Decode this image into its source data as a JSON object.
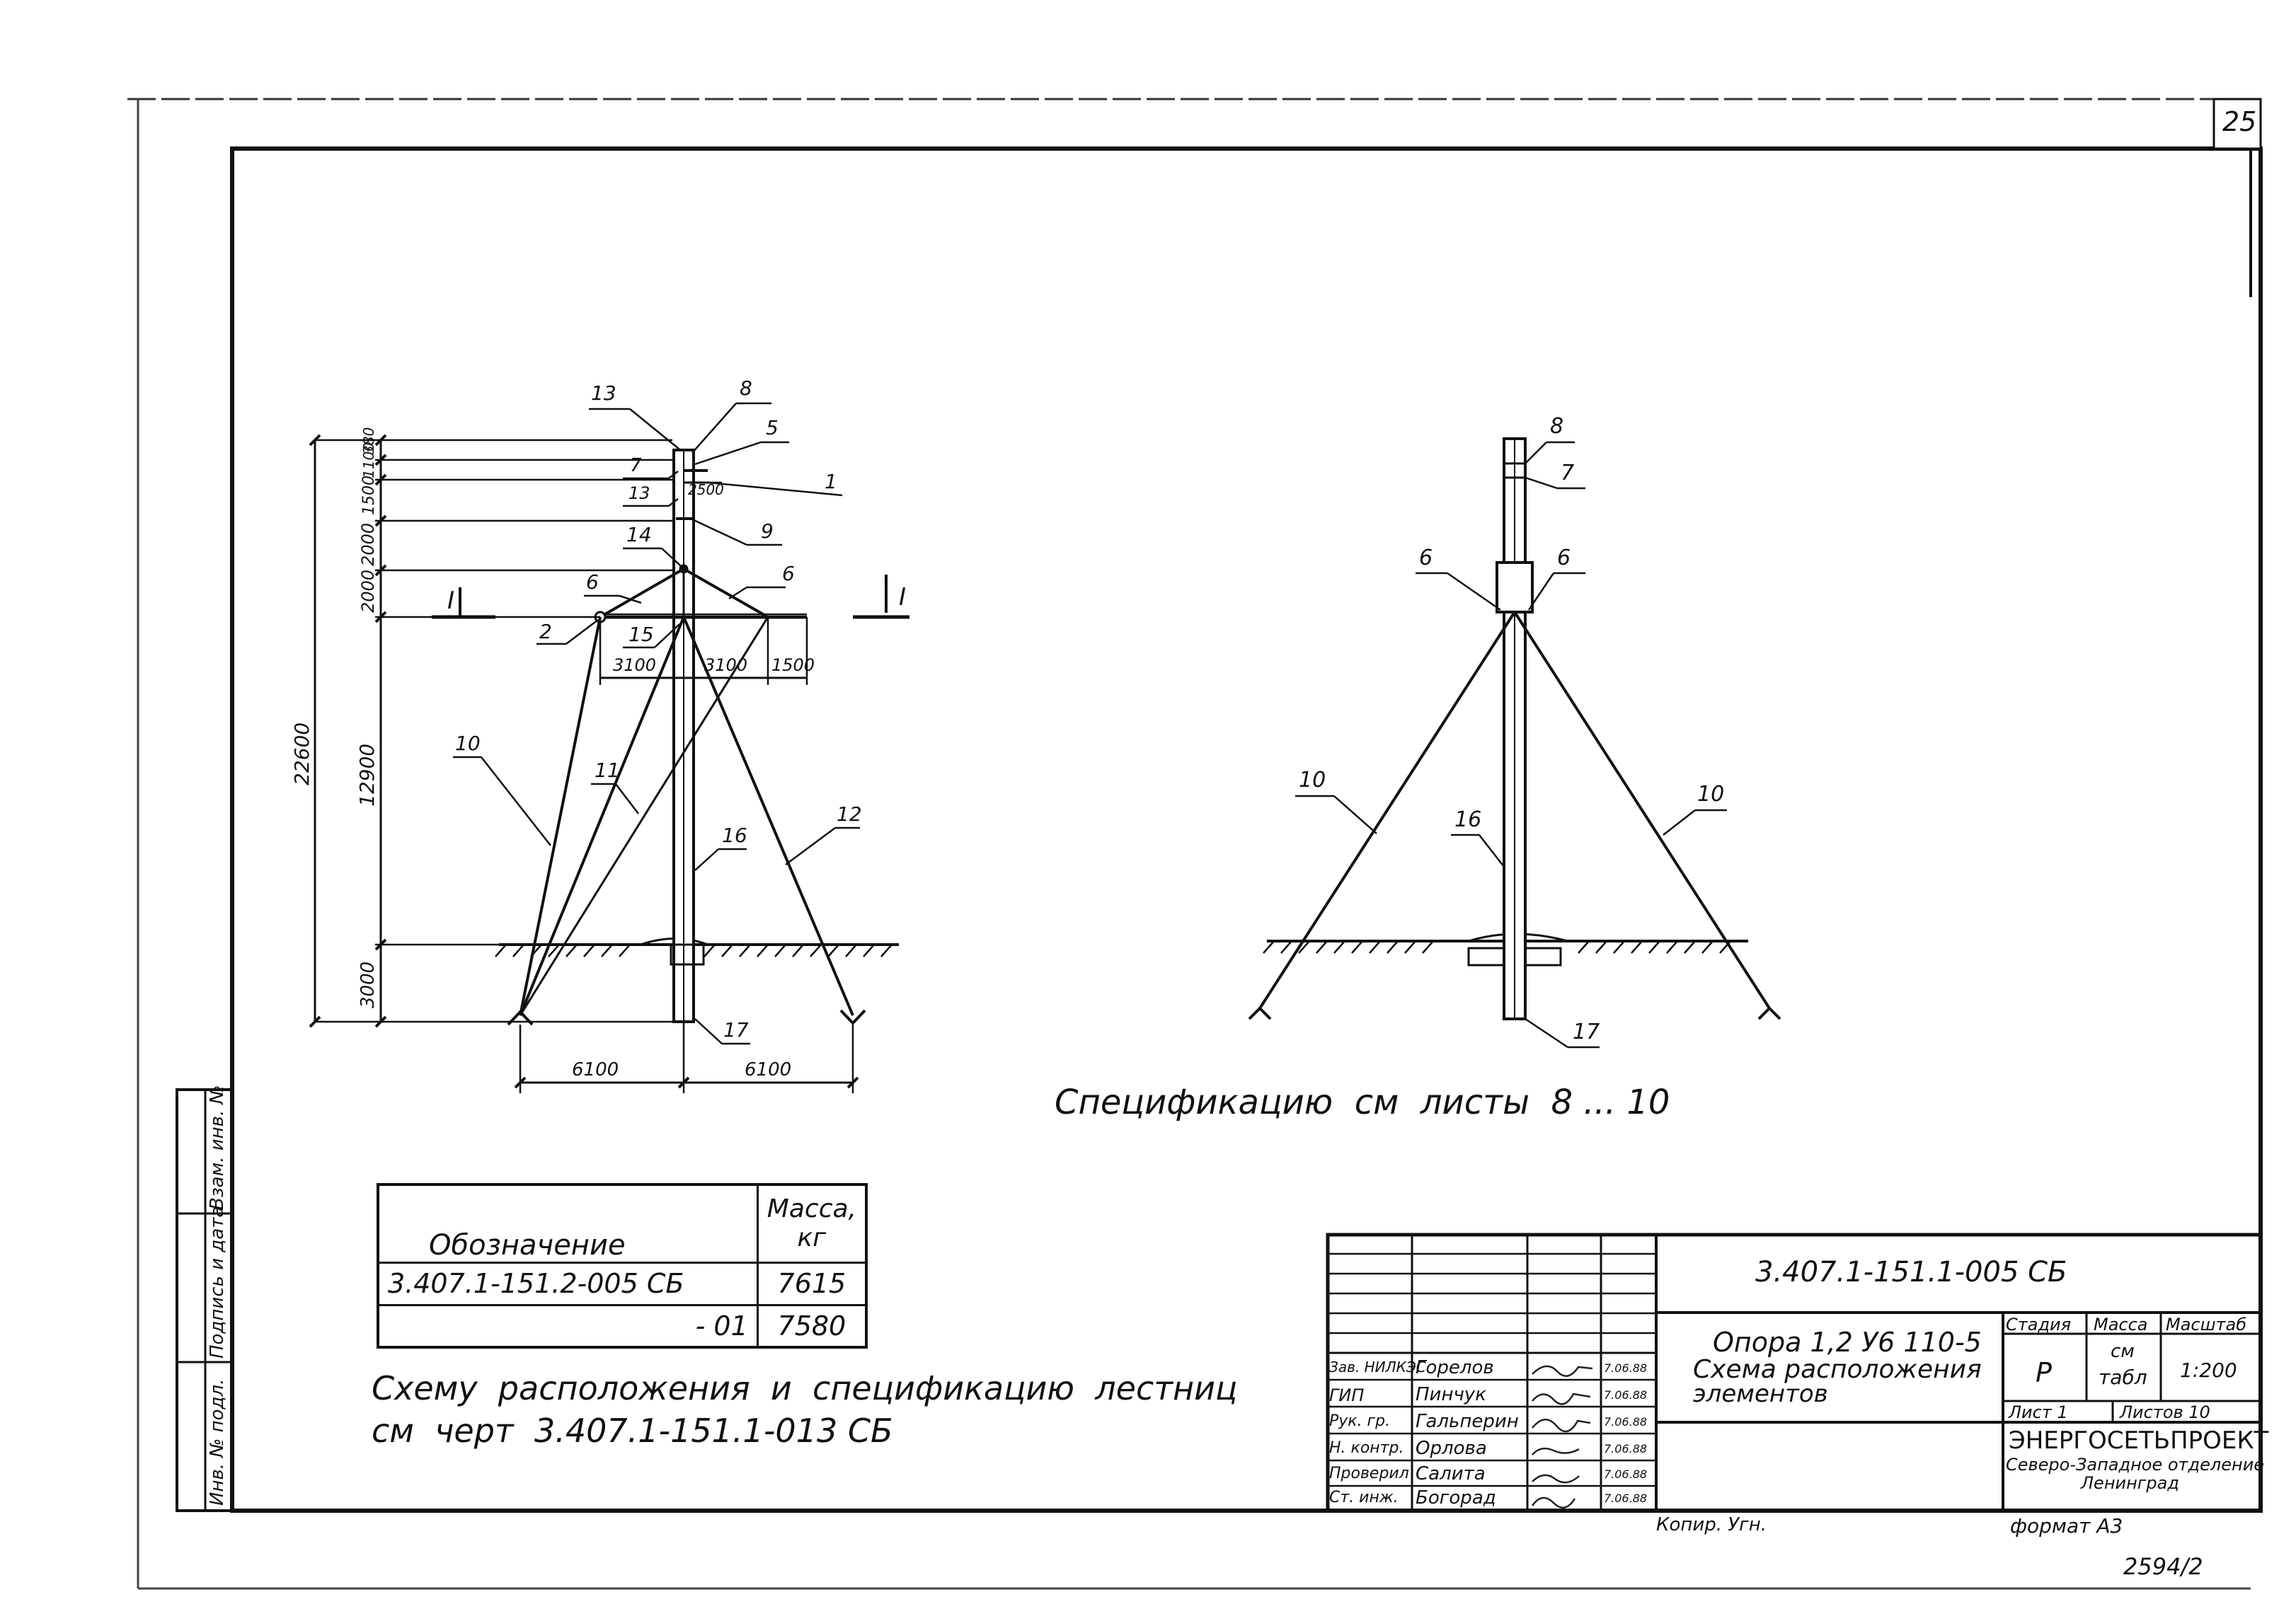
{
  "sheet": {
    "page_number": "25",
    "archive_number": "2594/2",
    "format_label": "формат А3",
    "copied_label": "Копир. Угн."
  },
  "side_stamp": {
    "labels": [
      "Инв. № подл.",
      "Подпись и дата",
      "Взам. инв. №"
    ]
  },
  "drawings": {
    "left_view": {
      "callouts": [
        "13",
        "8",
        "5",
        "1",
        "7",
        "13",
        "9",
        "14",
        "6",
        "6",
        "2",
        "15",
        "10",
        "11",
        "16",
        "12",
        "17"
      ],
      "section_marks": [
        "I",
        "I"
      ],
      "dimensions_vertical": [
        "22600",
        "380",
        "1100",
        "1500",
        "2000",
        "2000",
        "12900",
        "3000"
      ],
      "dimensions_horizontal": [
        "2500",
        "3100",
        "3100",
        "1500",
        "6100",
        "6100"
      ]
    },
    "right_view": {
      "callouts": [
        "8",
        "7",
        "6",
        "6",
        "10",
        "16",
        "10",
        "17"
      ]
    }
  },
  "notes": {
    "spec_reference": "Спецификацию  см  листы  8 ... 10",
    "ladder_note_line1": "Схему  расположения  и  спецификацию  лестниц",
    "ladder_note_line2": "см  черт  3.407.1-151.1-013 СБ"
  },
  "spec_table": {
    "header_designation": "Обозначение",
    "header_mass": "Масса, кг",
    "rows": [
      {
        "designation": "3.407.1-151.2-005 СБ",
        "mass": "7615"
      },
      {
        "designation": "- 01",
        "mass": "7580"
      }
    ]
  },
  "title_block": {
    "document_code": "3.407.1-151.1-005 СБ",
    "title_line1": "Опора 1,2 У6 110-5",
    "title_line2": "Схема  расположения",
    "title_line3": "элементов",
    "stage_header": "Стадия",
    "mass_header": "Масса",
    "scale_header": "Масштаб",
    "stage_value": "Р",
    "mass_value_line1": "см",
    "mass_value_line2": "табл",
    "scale_value": "1:200",
    "sheet_label": "Лист  1",
    "sheets_label": "Листов  10",
    "org_name": "ЭНЕРГОСЕТЬПРОЕКТ",
    "org_line2": "Северо-Западное отделение",
    "org_line3": "Ленинград",
    "signatures": [
      {
        "role": "Зав. НИЛКЭС",
        "name": "Горелов",
        "date": "7.06.88"
      },
      {
        "role": "ГИП",
        "name": "Пинчук",
        "date": "7.06.88"
      },
      {
        "role": "Рук. гр.",
        "name": "Гальперин",
        "date": "7.06.88"
      },
      {
        "role": "Н. контр.",
        "name": "Орлова",
        "date": "7.06.88"
      },
      {
        "role": "Проверил",
        "name": "Салита",
        "date": "7.06.88"
      },
      {
        "role": "Ст. инж.",
        "name": "Богорад",
        "date": "7.06.88"
      }
    ]
  }
}
